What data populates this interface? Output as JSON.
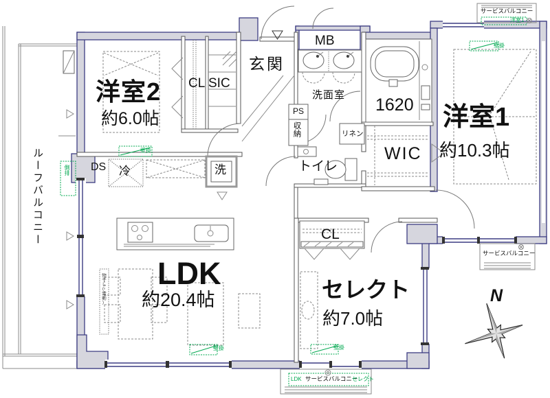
{
  "colors": {
    "wall_fill": "#d6d6de",
    "wall_stroke": "#3c3c82",
    "annotation_green": "#00a84f",
    "line_gray": "#8a8a8a"
  },
  "rooms": {
    "yoshitsu2": {
      "name": "洋室2",
      "size": "約6.0帖"
    },
    "yoshitsu1": {
      "name": "洋室1",
      "size": "約10.3帖"
    },
    "ldk": {
      "name": "LDK",
      "size": "約20.4帖"
    },
    "select": {
      "name": "セレクト",
      "size": "約7.0帖"
    },
    "genkan": {
      "name": "玄関"
    },
    "senmenshitsu": {
      "name": "洗面室"
    },
    "toilet": {
      "name": "トイレ"
    },
    "wic": {
      "name": "WIC"
    },
    "bath": {
      "size_label": "1620"
    }
  },
  "storage": {
    "cl_yoshitsu2": "CL",
    "sic": "SIC",
    "cl_select": "CL",
    "ps": "PS",
    "shuno": "収納",
    "linen": "リネン"
  },
  "equipment": {
    "mb": "MB",
    "ds": "DS",
    "fridge": "冷",
    "washer": "洗",
    "laundry_pole": "物干し(電動)"
  },
  "balconies": {
    "roof": "ルーフバルコニー",
    "service_top": "サービスバルコニー",
    "service_right": "サービスバルコニー",
    "service_bottom": "サービスバルコニー"
  },
  "green_notes": {
    "ac_yoshitsu2": "壁掛",
    "ac_yoshitsu1": "壁掛",
    "ac_ldk": "壁掛",
    "ac_select": "壁掛",
    "side_drain": "側排",
    "serves_yoshitsu1": "洋室1",
    "serves_ldk": "LDK",
    "serves_select": "セレクト"
  },
  "compass": {
    "north_label": "N"
  }
}
